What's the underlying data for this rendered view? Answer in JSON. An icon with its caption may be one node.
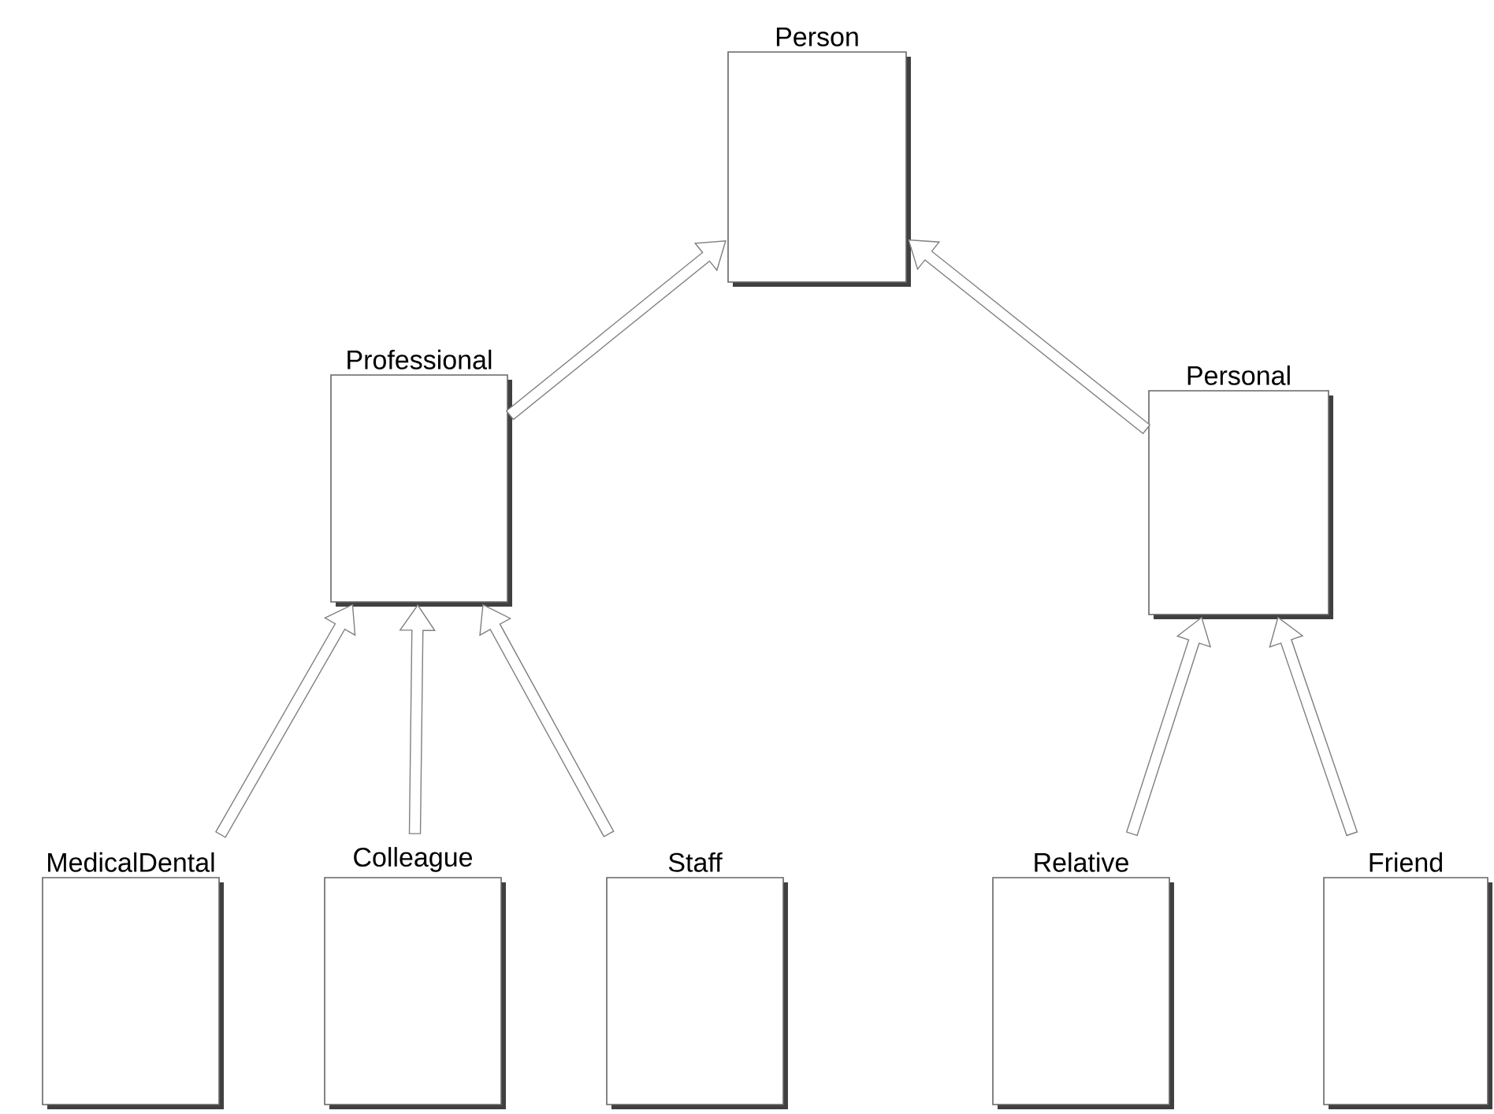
{
  "diagram": {
    "nodes": [
      {
        "text": [
          "Person"
        ]
      },
      {
        "text": [
          "Professional"
        ]
      },
      {
        "text": [
          "Personal"
        ]
      },
      {
        "text": [
          "MedicalDental"
        ]
      },
      {
        "text": [
          "Colleague"
        ]
      },
      {
        "text": [
          "Staff"
        ]
      },
      {
        "text": [
          "Relative"
        ]
      },
      {
        "text": [
          "Friend"
        ]
      }
    ],
    "edges": [
      {
        "from": 1,
        "to": 0,
        "arrow": "to"
      },
      {
        "from": 2,
        "to": 0,
        "arrow": "to"
      },
      {
        "from": 3,
        "to": 1,
        "arrow": "to"
      },
      {
        "from": 4,
        "to": 1,
        "arrow": "to"
      },
      {
        "from": 5,
        "to": 1,
        "arrow": "to"
      },
      {
        "from": 6,
        "to": 2,
        "arrow": "to"
      },
      {
        "from": 7,
        "to": 2,
        "arrow": "to"
      }
    ]
  }
}
